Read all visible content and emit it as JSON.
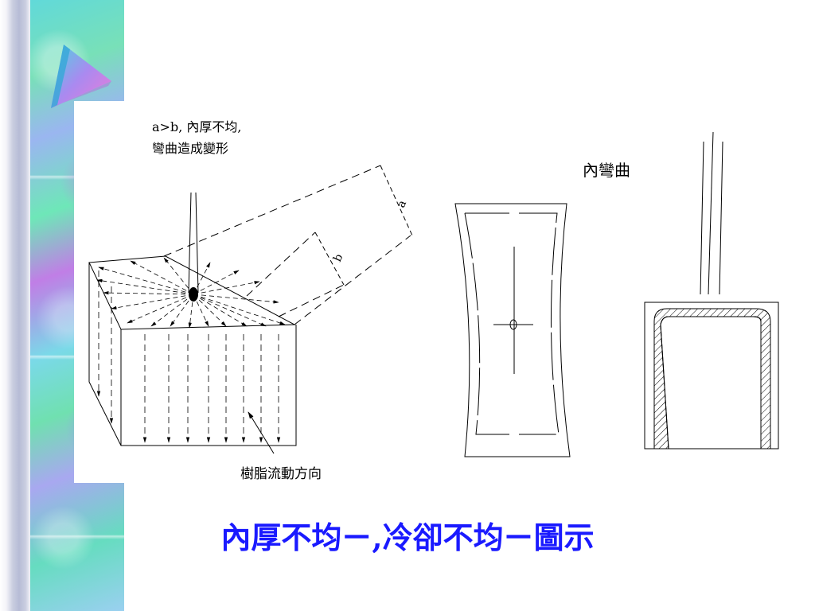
{
  "slide": {
    "title": "內厚不均ㄧ,冷卻不均ㄧ圖示",
    "note_line_1": "a>b, 內厚不均,",
    "note_line_2": "彎曲造成變形",
    "bend_label": "內彎曲",
    "flow_label": "樹脂流動方向",
    "dimension_a": "a",
    "dimension_b": "b"
  },
  "colors": {
    "title": "#1a1aff",
    "strip_green": "#6ee7b8",
    "strip_purple": "#c07ee6"
  }
}
